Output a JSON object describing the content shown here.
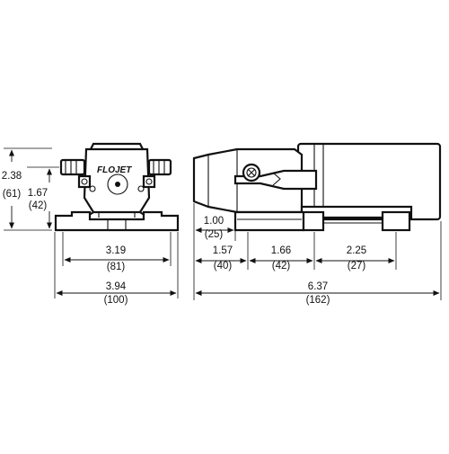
{
  "brand": "FLOJET",
  "dimensions": {
    "front_total_height": {
      "inch": "2.38",
      "mm": "(61)"
    },
    "front_inlet_height": {
      "inch": "1.67",
      "mm": "(42)"
    },
    "front_mount_span": {
      "inch": "3.19",
      "mm": "(81)"
    },
    "front_total_width": {
      "inch": "3.94",
      "mm": "(100)"
    },
    "side_head_offset": {
      "inch": "1.00",
      "mm": "(25)"
    },
    "side_hole_to_head": {
      "inch": "1.57",
      "mm": "(40)"
    },
    "side_hole_to_hole": {
      "inch": "1.66",
      "mm": "(42)"
    },
    "side_hole_to_end": {
      "inch": "2.25",
      "mm": "(27)"
    },
    "side_total_length": {
      "inch": "6.37",
      "mm": "(162)"
    }
  }
}
